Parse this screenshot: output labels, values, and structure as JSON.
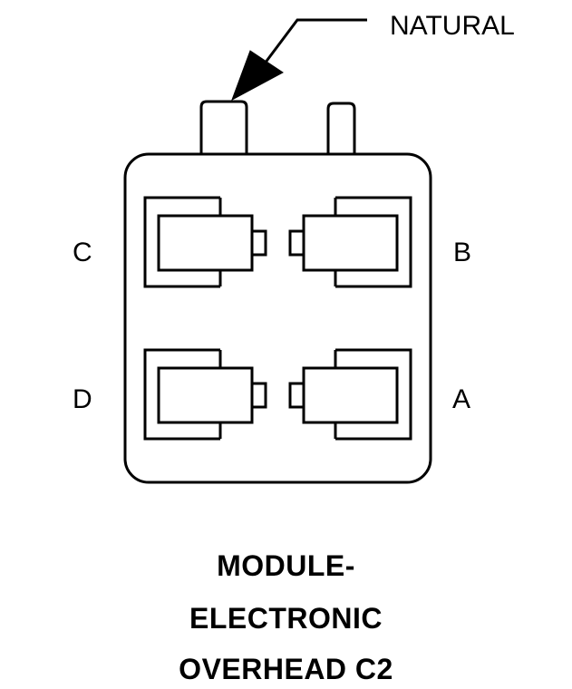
{
  "callout": {
    "label": "NATURAL"
  },
  "pins": {
    "c": "C",
    "b": "B",
    "d": "D",
    "a": "A"
  },
  "caption": {
    "line1": "MODULE-",
    "line2": "ELECTRONIC",
    "line3": "OVERHEAD C2"
  }
}
